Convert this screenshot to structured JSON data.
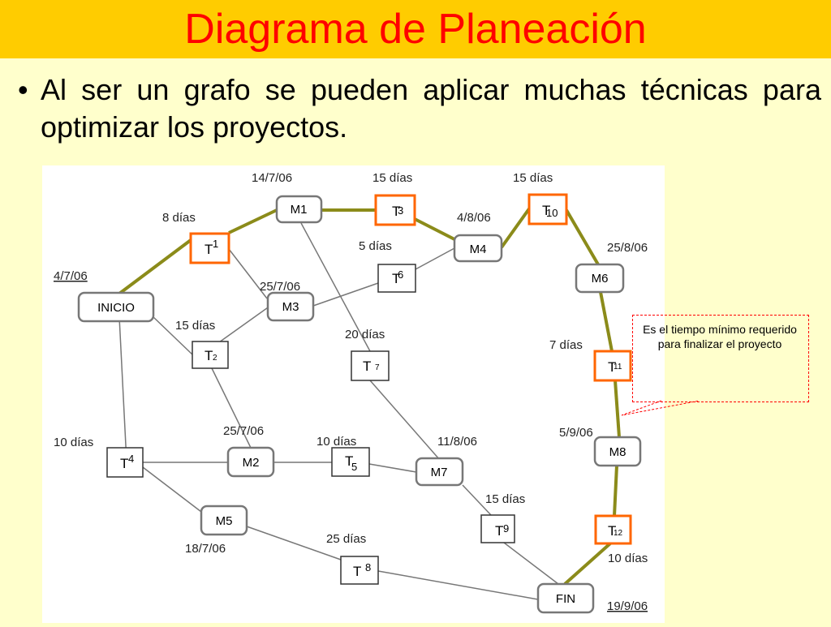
{
  "title": "Diagrama de Planeación",
  "bullet": {
    "symbol": "•",
    "text": "Al ser un grafo se pueden aplicar muchas técnicas para optimizar los proyectos."
  },
  "diagram": {
    "milestones": {
      "inicio": "INICIO",
      "m1": "M1",
      "m2": "M2",
      "m3": "M3",
      "m4": "M4",
      "m5": "M5",
      "m6": "M6",
      "m7": "M7",
      "m8": "M8",
      "fin": "FIN"
    },
    "tasks": {
      "t1": {
        "t": "T",
        "n": "1"
      },
      "t2": {
        "t": "T",
        "n": "2"
      },
      "t3": {
        "t": "T",
        "n": "3"
      },
      "t4": {
        "t": "T",
        "n": "4"
      },
      "t5": {
        "t": "T",
        "n": "5"
      },
      "t6": {
        "t": "T",
        "n": "6"
      },
      "t7": {
        "t": "T",
        "n": "7"
      },
      "t8": {
        "t": "T",
        "n": "8"
      },
      "t9": {
        "t": "T",
        "n": "9"
      },
      "t10": {
        "t": "T",
        "n": "10"
      },
      "t11": {
        "t": "T",
        "n": "11"
      },
      "t12": {
        "t": "T",
        "n": "12"
      }
    },
    "labels": {
      "date_inicio": "4/7/06",
      "date_m1": "14/7/06",
      "date_m3": "25/7/06",
      "date_m2": "25/7/06",
      "date_m4": "4/8/06",
      "date_m5": "18/7/06",
      "date_m6": "25/8/06",
      "date_m7": "11/8/06",
      "date_m8": "5/9/06",
      "date_fin": "19/9/06",
      "dur_t1": "8 días",
      "dur_t2": "15 días",
      "dur_t3": "15 días",
      "dur_t4": "10 días",
      "dur_t5": "10 días",
      "dur_t6": "5 días",
      "dur_t7": "20 días",
      "dur_t8": "25 días",
      "dur_t9": "15 días",
      "dur_t10": "15 días",
      "dur_t11": "7 días",
      "dur_t12": "10 días"
    },
    "critical_color": "#8b8b1a",
    "highlight_color": "#ff6600"
  },
  "callout": {
    "text": "Es el tiempo mínimo requerido para finalizar el proyecto",
    "border_color": "#ff0000"
  }
}
